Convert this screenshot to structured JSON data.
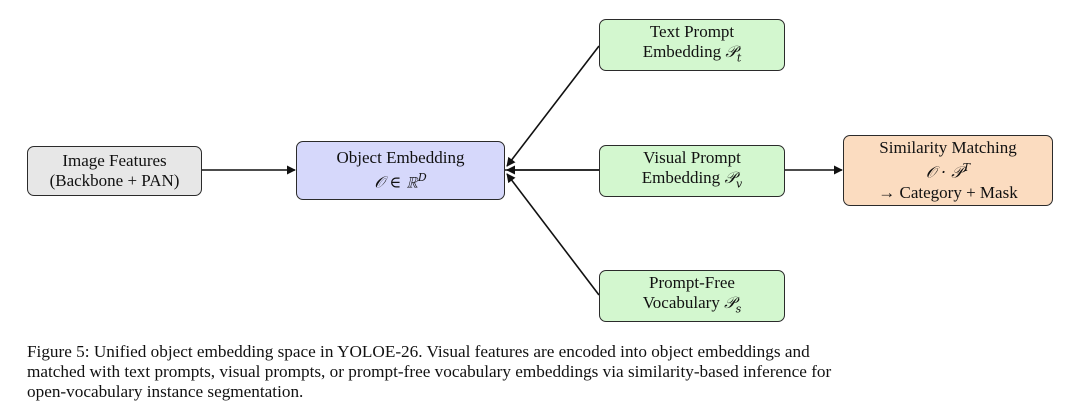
{
  "colors": {
    "gray": "#e7e7e7",
    "blue": "#d6d8fb",
    "green": "#d3f7cf",
    "peach": "#fbdcc0",
    "edge": "#111111"
  },
  "nodes": {
    "image_features": {
      "line1": "Image Features",
      "line2": "(Backbone + PAN)"
    },
    "object_embedding": {
      "line1": "Object Embedding",
      "math": "𝒪 ∈ ℝ",
      "math_sup": "D"
    },
    "text_prompt": {
      "line1": "Text Prompt",
      "line2": "Embedding",
      "math": "𝒫",
      "math_sub": "t"
    },
    "visual_prompt": {
      "line1": "Visual Prompt",
      "line2": "Embedding",
      "math": "𝒫",
      "math_sub": "v"
    },
    "prompt_free": {
      "line1": "Prompt-Free",
      "line2": "Vocabulary",
      "math": "𝒫",
      "math_sub": "s"
    },
    "similarity": {
      "line1": "Similarity Matching",
      "math": "𝒪 · 𝒫",
      "math_sup": "T",
      "line3": "→ Category + Mask"
    }
  },
  "edges": [
    {
      "from": "image_features",
      "to": "object_embedding"
    },
    {
      "from": "text_prompt",
      "to": "object_embedding"
    },
    {
      "from": "visual_prompt",
      "to": "object_embedding"
    },
    {
      "from": "prompt_free",
      "to": "object_embedding"
    },
    {
      "from": "object_embedding",
      "to": "similarity"
    }
  ],
  "caption": {
    "line1": "Figure 5: Unified object embedding space in YOLOE-26. Visual features are encoded into object embeddings and",
    "line2": "matched with text prompts, visual prompts, or prompt-free vocabulary embeddings via similarity-based inference for",
    "line3": "open-vocabulary instance segmentation."
  }
}
